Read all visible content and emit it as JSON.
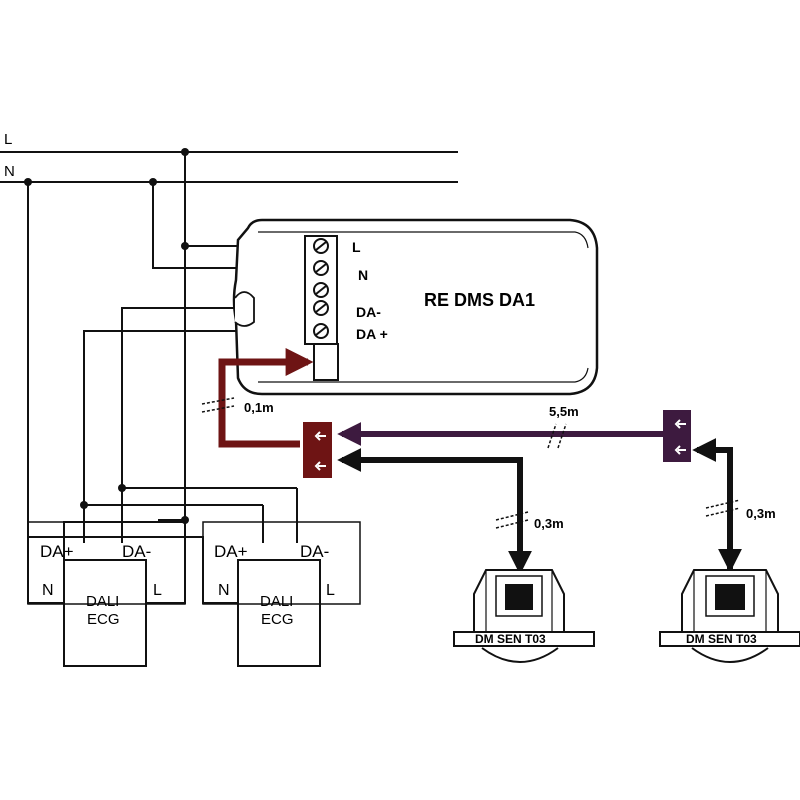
{
  "mains": {
    "line_label": "L",
    "neutral_label": "N"
  },
  "controller": {
    "name": "RE DMS DA1",
    "terminals": {
      "l": "L",
      "n": "N",
      "da_minus": "DA-",
      "da_plus": "DA +"
    }
  },
  "cables": {
    "short": "0,1m",
    "long": "5,5m",
    "sensor1": "0,3m",
    "sensor2": "0,3m"
  },
  "ecg_units": [
    {
      "name_line1": "DALI",
      "name_line2": "ECG",
      "da_plus": "DA+",
      "da_minus": "DA-",
      "n": "N",
      "l": "L"
    },
    {
      "name_line1": "DALI",
      "name_line2": "ECG",
      "da_plus": "DA+",
      "da_minus": "DA-",
      "n": "N",
      "l": "L"
    }
  ],
  "sensors": [
    {
      "label": "DM SEN T03"
    },
    {
      "label": "DM SEN T03"
    }
  ],
  "colors": {
    "dark_red": "#6e1414",
    "purple": "#3d1a3f",
    "black": "#111111"
  }
}
